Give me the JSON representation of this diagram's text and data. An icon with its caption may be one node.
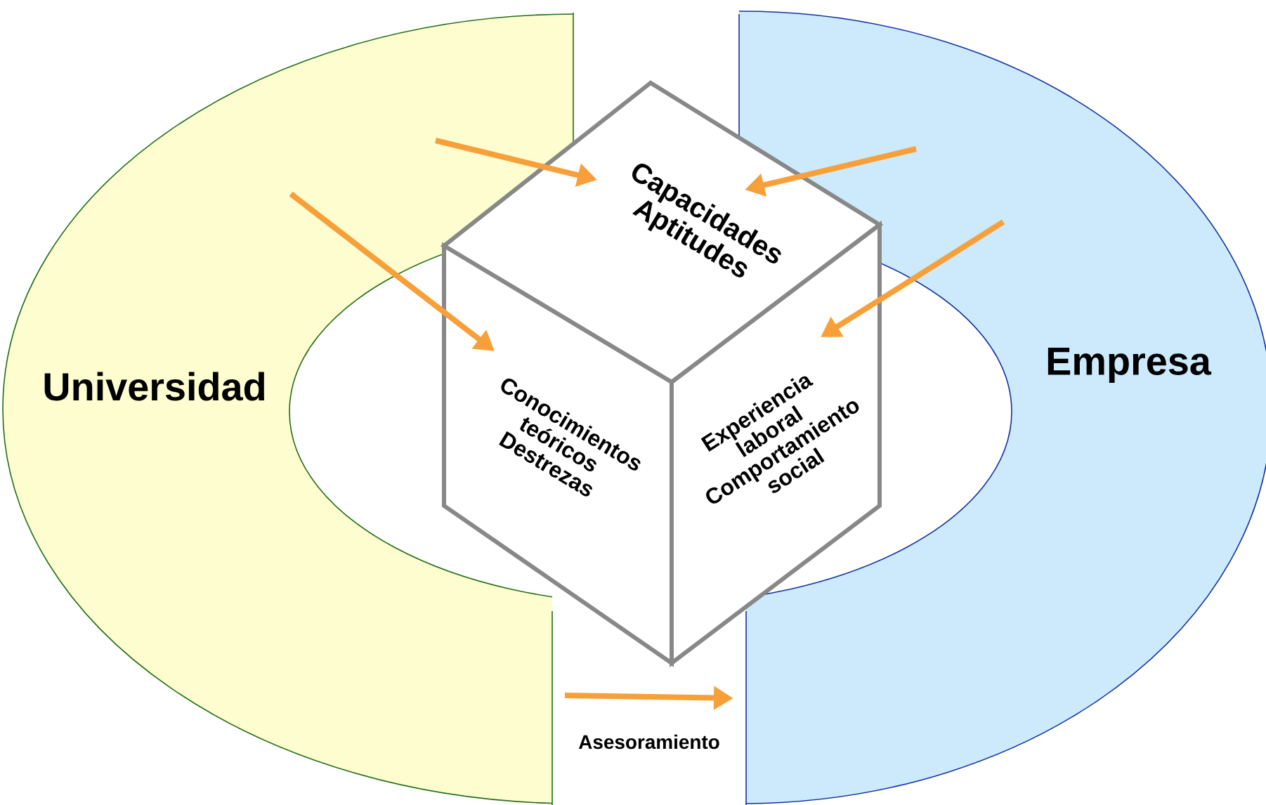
{
  "diagram": {
    "nodes": [
      {
        "text": [
          "Universidad"
        ]
      },
      {
        "text": [
          "Empresa"
        ]
      },
      {
        "text": [
          "Capacidades Aptitudes"
        ]
      },
      {
        "text": [
          "Conocimientos teóricos Destrezas"
        ]
      },
      {
        "text": [
          "Experiencia laboral Comportamiento social"
        ]
      }
    ],
    "edges": [
      {
        "from": 0,
        "to": 2,
        "arrow": "to"
      },
      {
        "from": 1,
        "to": 2,
        "arrow": "to"
      },
      {
        "from": 0,
        "to": 3,
        "arrow": "to"
      },
      {
        "from": 1,
        "to": 4,
        "arrow": "to"
      },
      {
        "from": 0,
        "to": 1,
        "arrow": "to",
        "label": "Asesoramiento"
      }
    ]
  }
}
